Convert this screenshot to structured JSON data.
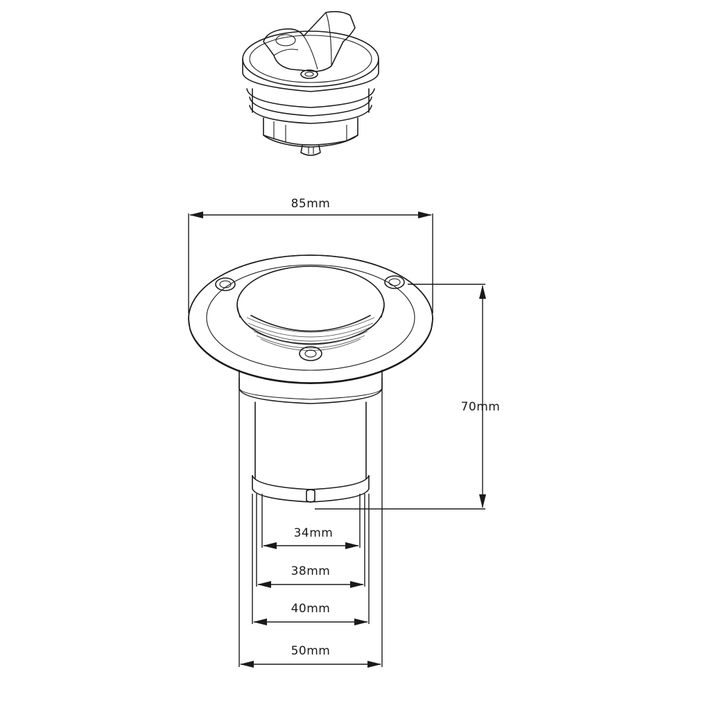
{
  "diagram": {
    "dimensions": {
      "flange_width": "85mm",
      "height": "70mm",
      "inner_diameter": "34mm",
      "hose_diameter_small": "38mm",
      "hose_diameter_large": "40mm",
      "body_diameter": "50mm"
    }
  }
}
